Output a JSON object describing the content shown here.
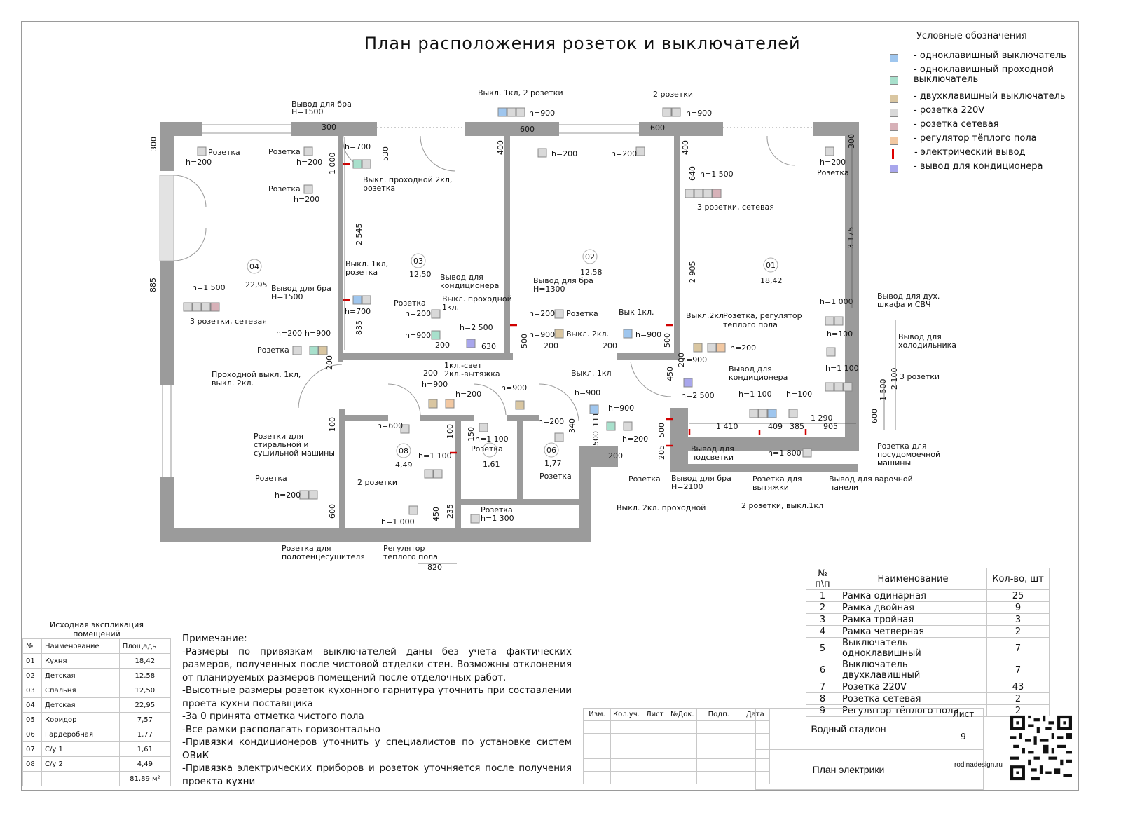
{
  "title": "План расположения розеток и выключателей",
  "legend": {
    "title": "Условные обозначения",
    "items": [
      {
        "label": "- одноклавишный выключатель",
        "color": "#9fc6ee"
      },
      {
        "label": "- одноклавишный проходной выключатель",
        "color": "#a8e0cc"
      },
      {
        "label": "- двухклавишный выключатель",
        "color": "#d9c6a1"
      },
      {
        "label": "- розетка 220V",
        "color": "#d9d9d9"
      },
      {
        "label": "- розетка сетевая",
        "color": "#d7b1b8"
      },
      {
        "label": "- регулятор тёплого пола",
        "color": "#f2c8a2"
      },
      {
        "label": "- электрический вывод",
        "color": "#d00000"
      },
      {
        "label": "- вывод для кондиционера",
        "color": "#a8a6ec"
      }
    ]
  },
  "rooms": [
    {
      "num": "01",
      "area": "18,42"
    },
    {
      "num": "02",
      "area": "12,58"
    },
    {
      "num": "03",
      "area": "12,50"
    },
    {
      "num": "04",
      "area": "22,95"
    },
    {
      "num": "08",
      "area": "4,49"
    },
    {
      "num": "06",
      "area": "1,77"
    },
    {
      "num": "",
      "area": "1,61"
    }
  ],
  "plan_labels": {
    "l1": "Вывод для бра",
    "l2": "H=1500",
    "l3": "Выкл. 1кл, 2 розетки",
    "l4": "h=900",
    "l5": "2 розетки",
    "l6": "h=900",
    "l7": "Розетка",
    "l8": "h=200",
    "l9": "Розетка",
    "l10": "h=200",
    "l11": "h=700",
    "l12": "Выкл. проходной 2кл,",
    "l13": "розетка",
    "l14": "Розетка",
    "l15": "h=200",
    "l16": "h=200",
    "l17": "h=200",
    "l18": "h=1 500",
    "l19": "3 розетки, сетевая",
    "l20": "h=200",
    "l21": "Розетка",
    "l22": "Выкл. 1кл,",
    "l23": "розетка",
    "l24": "Вывод для",
    "l25": "кондиционера",
    "l26": "Вывод для бра",
    "l27": "H=1300",
    "l28": "h=1 500",
    "l29": "3 розетки, сетевая",
    "l30": "Вывод для бра",
    "l31": "H=1500",
    "l32": "h=700",
    "l33": "Розетка",
    "l34": "h=200",
    "l35": "Выкл. проходной",
    "l36": "1кл.",
    "l37": "h=200",
    "l38": "Розетка",
    "l39": "Вык 1кл.",
    "l40": "h=900",
    "l41": "Выкл. 2кл.",
    "l42": "h=900",
    "l43": "h=900",
    "l44": "h=2 500",
    "l45": "h=1 000",
    "l46": "Вывод для дух.",
    "l47": "шкафа и СВЧ",
    "l48": "Вывод для",
    "l49": "холодильника",
    "l50": "h=100",
    "l51": "Выкл.2кл",
    "l52": "Розетка, регулятор",
    "l53": "тёплого пола",
    "l54": "h=200",
    "l55": "h=900",
    "l56": "Вывод для",
    "l57": "кондиционера",
    "l58": "h=2 500",
    "l59": "h=1 100",
    "l60": "3 розетки",
    "l61": "h=1 100",
    "l62": "h=100",
    "l63": "Розетка",
    "l64": "h=200",
    "l65": "h=900",
    "l66": "Проходной выкл. 1кл,",
    "l67": "выкл. 2кл.",
    "l68": "1кл.-свет",
    "l69": "2кл.-вытяжка",
    "l70": "h=900",
    "l71": "h=200",
    "l72": "h=900",
    "l73": "Выкл. 1кл",
    "l74": "h=900",
    "l75": "h=900",
    "l76": "h=600",
    "l77": "h=1 100",
    "l78": "Розетка",
    "l79": "h=200",
    "l80": "h=200",
    "l81": "Розетки для",
    "l82": "стиральной и",
    "l83": "сушильной машины",
    "l84": "h=1 100",
    "l85": "2 розетки",
    "l86": "Розетка",
    "l87": "h=200",
    "l88": "Розетка",
    "l89": "Розетка",
    "l90": "Вывод для",
    "l91": "подсветки",
    "l92": "Вывод для бра",
    "l93": "H=2100",
    "l94": "Розетка для",
    "l95": "вытяжки",
    "l96": "h=1 800",
    "l97": "Вывод для варочной",
    "l98": "панели",
    "l99": "Розетка для",
    "l100": "посудомоечной",
    "l101": "машины",
    "l102": "2 розетки, выкл.1кл",
    "l103": "Выкл. 2кл. проходной",
    "l104": "Розетка",
    "l105": "h=1 300",
    "l106": "h=1 000",
    "l107": "Розетка для",
    "l108": "полотенцесушителя",
    "l109": "Регулятор",
    "l110": "тёплого пола",
    "l111": "Розетка"
  },
  "dimensions": {
    "d1": "300",
    "d2": "600",
    "d3": "600",
    "d4": "300",
    "d5": "300",
    "d6": "1 000",
    "d7": "530",
    "d8": "400",
    "d9": "400",
    "d10": "640",
    "d11": "3 175",
    "d12": "2 545",
    "d13": "885",
    "d14": "2 905",
    "d15": "835",
    "d16": "500",
    "d17": "500",
    "d18": "200",
    "d19": "200",
    "d20": "630",
    "d21": "200",
    "d22": "200",
    "d23": "200",
    "d24": "450",
    "d25": "200",
    "d26": "2 100",
    "d27": "1 500",
    "d28": "600",
    "d29": "1 410",
    "d30": "409",
    "d31": "385",
    "d32": "1 290",
    "d33": "905",
    "d34": "100",
    "d35": "100",
    "d36": "150",
    "d37": "340",
    "d38": "500",
    "d39": "111",
    "d40": "500",
    "d41": "205",
    "d42": "200",
    "d43": "450",
    "d44": "235",
    "d45": "600",
    "d46": "820"
  },
  "explication": {
    "title": "Исходная экспликация помещений",
    "headers": [
      "№",
      "Наименование",
      "Площадь"
    ],
    "rows": [
      [
        "01",
        "Кухня",
        "18,42"
      ],
      [
        "02",
        "Детская",
        "12,58"
      ],
      [
        "03",
        "Спальня",
        "12,50"
      ],
      [
        "04",
        "Детская",
        "22,95"
      ],
      [
        "05",
        "Коридор",
        "7,57"
      ],
      [
        "06",
        "Гардеробная",
        "1,77"
      ],
      [
        "07",
        "С/у 1",
        "1,61"
      ],
      [
        "08",
        "С/у 2",
        "4,49"
      ]
    ],
    "total": "81,89 м²"
  },
  "notes": [
    "Примечание:",
    "-Размеры по привязкам выключателей даны без учета фактических размеров, полученных после чистовой отделки стен. Возможны отклонения от планируемых размеров помещений после отделочных работ.",
    "-Высотные размеры розеток кухонного гарнитура уточнить при составлении проета кухни поставщика",
    "-За 0 принята отметка чистого пола",
    "-Все рамки располагать горизонтально",
    "-Привязки кондиционеров уточнить у специалистов по установке систем ОВиК",
    "-Привязка электрических приборов и розеток уточняется после получения проекта кухни"
  ],
  "spec": {
    "headers": [
      "№ п\\п",
      "Наименование",
      "Кол-во, шт"
    ],
    "rows": [
      [
        "1",
        "Рамка одинарная",
        "25"
      ],
      [
        "2",
        "Рамка двойная",
        "9"
      ],
      [
        "3",
        "Рамка тройная",
        "3"
      ],
      [
        "4",
        "Рамка четверная",
        "2"
      ],
      [
        "5",
        "Выключатель одноклавишный",
        "7"
      ],
      [
        "6",
        "Выключатель двухклавишный",
        "7"
      ],
      [
        "7",
        "Розетка 220V",
        "43"
      ],
      [
        "8",
        "Розетка сетевая",
        "2"
      ],
      [
        "9",
        "Регулятор тёплого пола",
        "2"
      ]
    ]
  },
  "stamp": {
    "cols": [
      "Изм.",
      "Кол.уч.",
      "Лист",
      "№Док.",
      "Подп.",
      "Дата"
    ],
    "object": "Водный стадион",
    "drawing": "План электрики",
    "sheet_label": "Лист",
    "sheet_no": "9",
    "site": "rodinadesign.ru"
  }
}
